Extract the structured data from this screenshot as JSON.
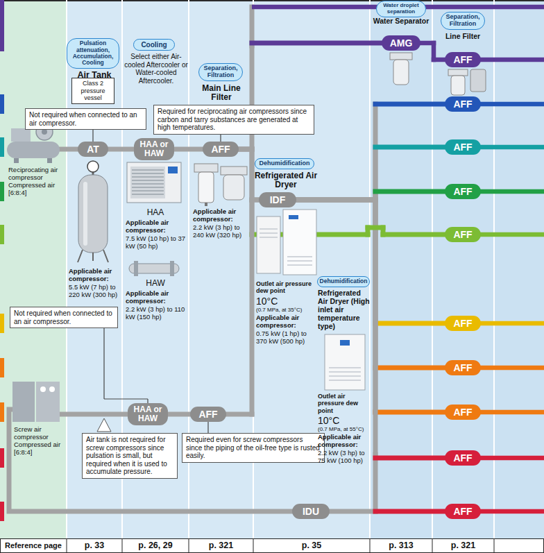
{
  "diagram": {
    "nodes": [
      {
        "text": [
          "Pulsation attenuation, Accumulation, Cooling"
        ]
      },
      {
        "text": [
          "Class 2 pressure vessel"
        ]
      },
      {
        "text": [
          "Cooling"
        ]
      },
      {
        "text": [
          "Separation, Filtration"
        ]
      },
      {
        "text": [
          "Water droplet separation"
        ]
      },
      {
        "text": [
          "Separation, Filtration"
        ]
      },
      {
        "text": [
          "AMG"
        ]
      },
      {
        "text": [
          "AFF"
        ]
      },
      {
        "text": [
          "AFF"
        ]
      },
      {
        "text": [
          "Not required when connected to an air compressor."
        ]
      },
      {
        "text": [
          "Required for reciprocating air compressors since carbon and tarry substances are generated at high temperatures."
        ]
      },
      {
        "text": [
          "AT"
        ]
      },
      {
        "text": [
          "HAA or HAW"
        ]
      },
      {
        "text": [
          "AFF"
        ]
      },
      {
        "text": [
          "AFF"
        ]
      },
      {
        "text": [
          "Dehumidification"
        ]
      },
      {
        "text": [
          "IDF"
        ]
      },
      {
        "text": [
          "AFF"
        ]
      },
      {
        "text": [
          "AFF"
        ]
      },
      {
        "text": [
          "Dehumidification"
        ]
      },
      {
        "text": [
          "Not required when connected to an air compressor."
        ]
      },
      {
        "text": [
          "AFF"
        ]
      },
      {
        "text": [
          "AFF"
        ]
      },
      {
        "text": [
          "HAA or HAW"
        ]
      },
      {
        "text": [
          "AFF"
        ]
      },
      {
        "text": [
          "AFF"
        ]
      },
      {
        "text": [
          "Air tank is not required for screw compressors since pulsation is small, but required when it is used to accumulate pressure."
        ]
      },
      {
        "text": [
          "Required even for screw compressors since the piping of the oil-free type is rusted easily."
        ]
      },
      {
        "text": [
          "AFF"
        ]
      },
      {
        "text": [
          "IDU"
        ]
      },
      {
        "text": [
          "AFF"
        ]
      }
    ],
    "edges": [
      {
        "from": 11,
        "to": 12,
        "arrow": "none"
      },
      {
        "from": 12,
        "to": 13,
        "arrow": "none"
      },
      {
        "from": 13,
        "to": 6,
        "arrow": "none"
      },
      {
        "from": 6,
        "to": 7,
        "arrow": "none"
      },
      {
        "from": 13,
        "to": 16,
        "arrow": "none"
      },
      {
        "from": 16,
        "to": 8,
        "arrow": "none"
      },
      {
        "from": 16,
        "to": 14,
        "arrow": "none"
      },
      {
        "from": 16,
        "to": 17,
        "arrow": "none"
      },
      {
        "from": 16,
        "to": 21,
        "arrow": "none"
      },
      {
        "from": 16,
        "to": 22,
        "arrow": "none"
      },
      {
        "from": 16,
        "to": 25,
        "arrow": "none"
      },
      {
        "from": 16,
        "to": 28,
        "arrow": "none"
      },
      {
        "from": 13,
        "to": 18,
        "arrow": "none"
      },
      {
        "from": 23,
        "to": 24,
        "arrow": "none"
      },
      {
        "from": 24,
        "to": 16,
        "arrow": "none"
      },
      {
        "from": 29,
        "to": 30,
        "arrow": "none"
      },
      {
        "from": 9,
        "to": 11,
        "arrow": "none"
      },
      {
        "from": 10,
        "to": 13,
        "arrow": "none"
      },
      {
        "from": 20,
        "to": 23,
        "arrow": "none"
      },
      {
        "from": 27,
        "to": 24,
        "arrow": "none"
      }
    ],
    "labels": [
      "Air Tank",
      "Select either Air-cooled Aftercooler or Water-cooled Aftercooler.",
      "Main Line Filter",
      "Water Separator",
      "Line Filter",
      "Refrigerated Air Dryer",
      "Reciprocating air compressor Compressed air [6:8:4]",
      "HAA",
      "Applicable air compressor:",
      "7.5 kW (10 hp) to 37 kW (50 hp)",
      "Applicable air compressor:",
      "2.2 kW (3 hp) to 240 kW (320 hp)",
      "Applicable air compressor:",
      "5.5 kW (7 hp) to 220 kW (300 hp)",
      "HAW",
      "Applicable air compressor:",
      "2.2 kW (3 hp) to 110 kW (150 hp)",
      "Outlet air pressure dew point",
      "10°C",
      "(0.7 MPa, at 35°C)",
      "Applicable air compressor:",
      "0.75 kW (1 hp) to 370 kW (500 hp)",
      "Refrigerated Air Dryer (High inlet air temperature type)",
      "Outlet air pressure dew point",
      "10°C",
      "(0.7 MPa, at 55°C)",
      "Applicable air compressor:",
      "2.2 kW (3 hp) to 75 kW (100 hp)",
      "Screw air compressor Compressed air [6:8:4]",
      "Reference page",
      "p. 33",
      "p. 26, 29",
      "p. 321",
      "p. 35",
      "p. 313",
      "p. 321"
    ]
  }
}
